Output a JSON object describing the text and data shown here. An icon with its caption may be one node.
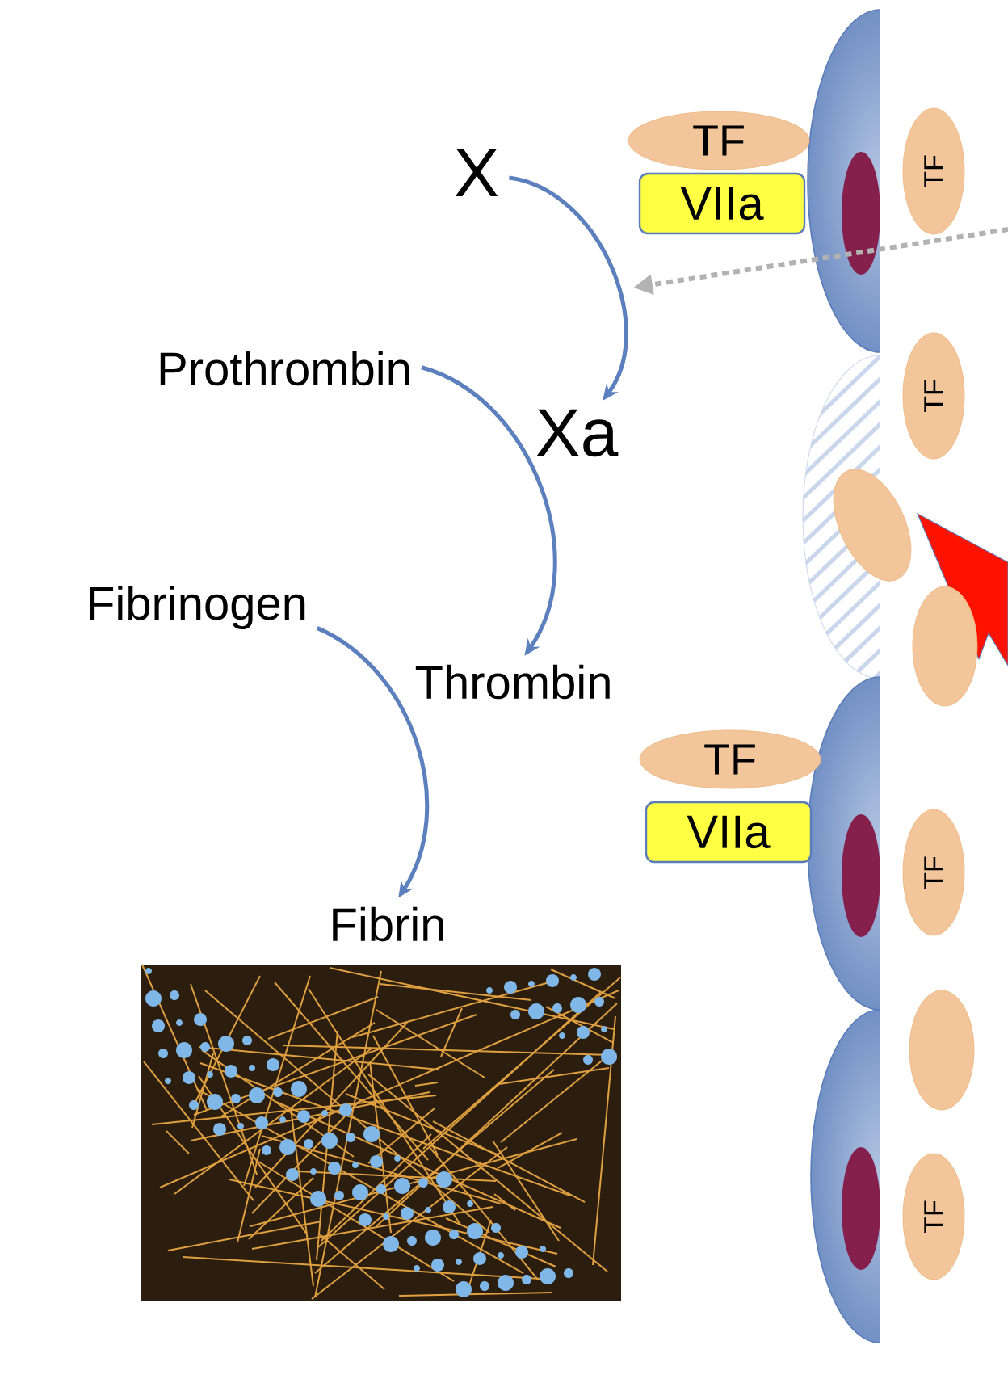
{
  "diagram": {
    "nodes": [
      {
        "text": [
          "X"
        ]
      },
      {
        "text": [
          "Xa"
        ]
      },
      {
        "text": [
          "Prothrombin"
        ]
      },
      {
        "text": [
          "Thrombin"
        ]
      },
      {
        "text": [
          "Fibrinogen"
        ]
      },
      {
        "text": [
          "Fibrin"
        ]
      },
      {
        "text": [],
        "shape": "picture"
      },
      {
        "text": [
          "TF"
        ]
      },
      {
        "text": [
          "VIIa"
        ]
      },
      {
        "text": [
          "TF"
        ]
      },
      {
        "text": [
          "TF"
        ]
      },
      {
        "text": [],
        "shape": "ellipse"
      },
      {
        "text": [],
        "shape": "ellipse"
      },
      {
        "text": [
          "TF"
        ]
      },
      {
        "text": [
          "VIIa"
        ]
      },
      {
        "text": [
          "TF"
        ]
      },
      {
        "text": [],
        "shape": "ellipse"
      },
      {
        "text": [
          "TF"
        ]
      }
    ],
    "edges": [
      {
        "from": 0,
        "to": 1,
        "arrow": "to"
      },
      {
        "from": 2,
        "to": 3,
        "arrow": "to"
      },
      {
        "from": 4,
        "to": 5,
        "arrow": "to"
      }
    ]
  }
}
